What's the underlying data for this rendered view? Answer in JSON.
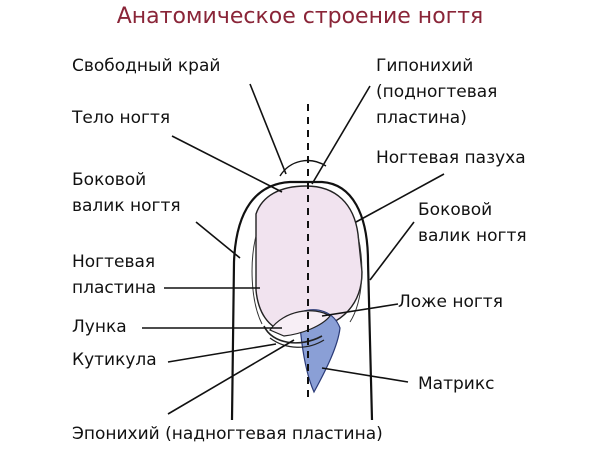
{
  "title": "Анатомическое строение ногтя",
  "colors": {
    "title": "#8a2538",
    "nail_plate": "#f1e3ef",
    "matrix": "#8a9fd6",
    "lines": "#111111"
  },
  "labels": {
    "free_edge": "Свободный край",
    "nail_body": "Тело ногтя",
    "lateral_fold_left_1": "Боковой",
    "lateral_fold_left_2": "валик ногтя",
    "nail_plate_1": "Ногтевая",
    "nail_plate_2": "пластина",
    "lunula": "Лунка",
    "cuticle": "Кутикула",
    "eponychium": "Эпонихий (надногтевая пластина)",
    "hyponychium_1": "Гипонихий",
    "hyponychium_2": "(подногтевая",
    "hyponychium_3": "пластина)",
    "nail_sinus": "Ногтевая пазуха",
    "lateral_fold_right_1": "Боковой",
    "lateral_fold_right_2": "валик ногтя",
    "nail_bed": "Ложе ногтя",
    "matrix": "Матрикс"
  }
}
